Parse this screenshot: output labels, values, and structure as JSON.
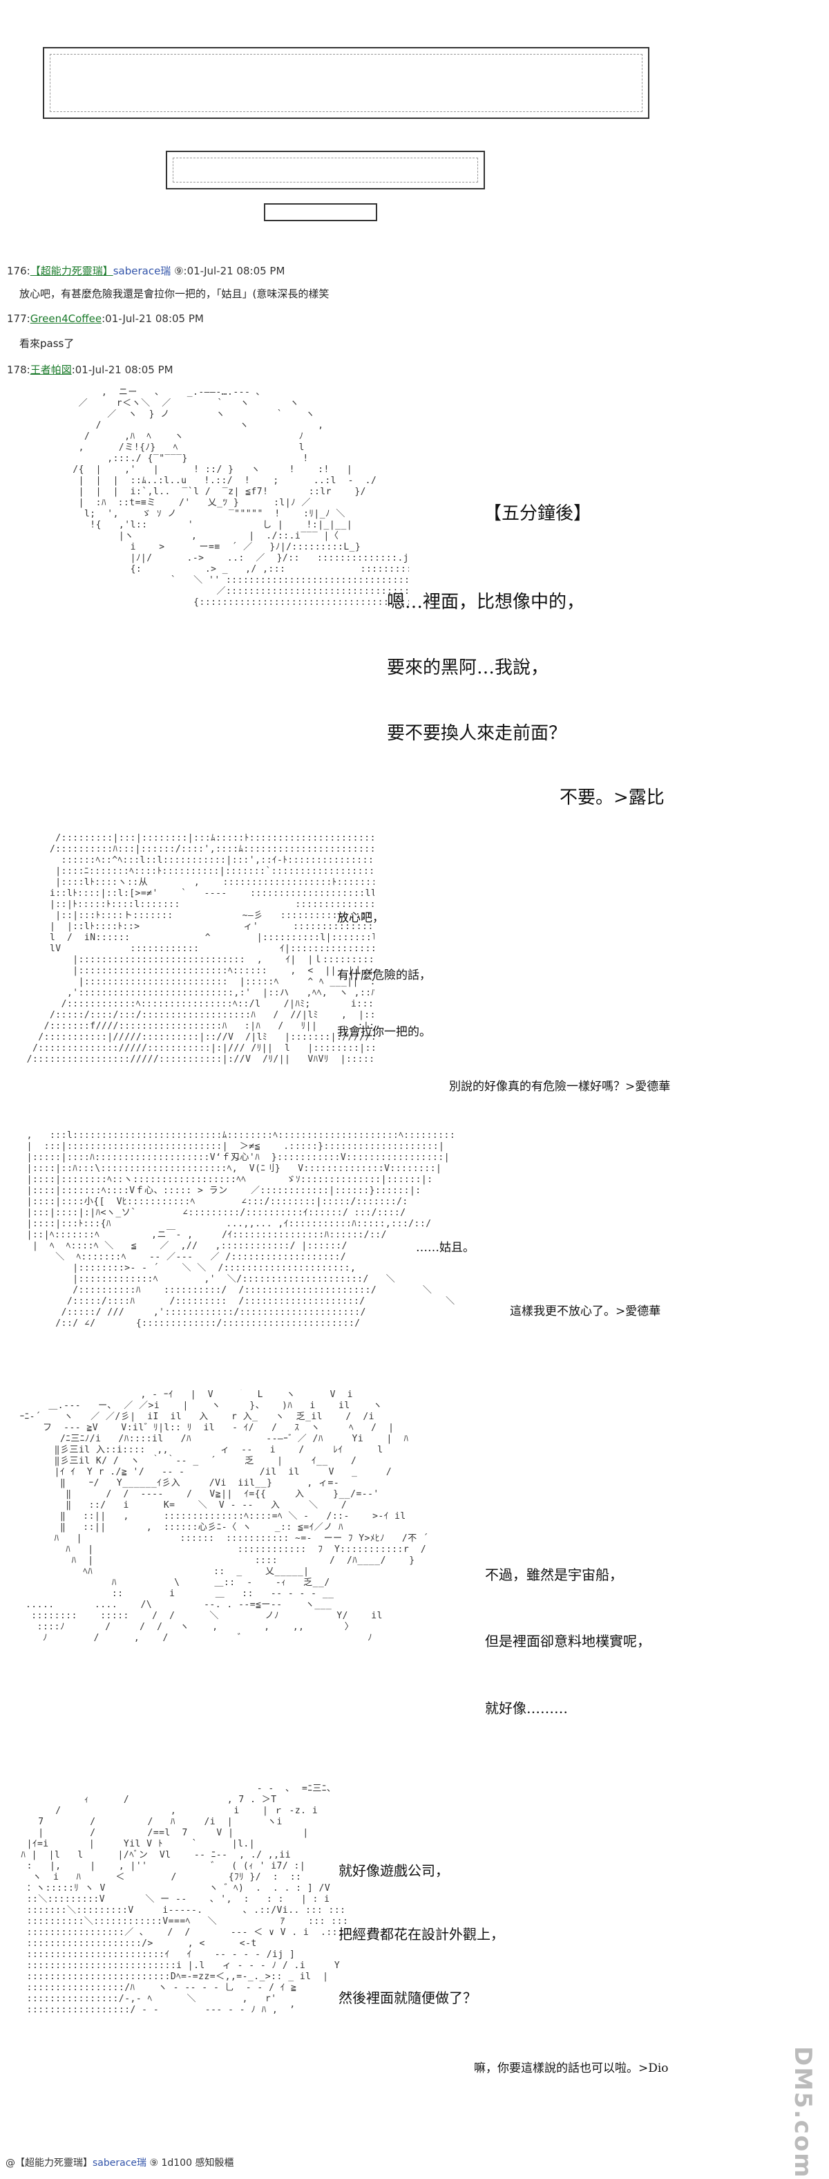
{
  "posts": [
    {
      "num": "176:",
      "name": "【超能力死靈瑞】",
      "src": "saberace瑞",
      "meta": " ⑨:01-Jul-21 08:05 PM",
      "body": "放心吧，有甚麼危險我還是會拉你一把的，「姑且」(意味深長的樣笑"
    },
    {
      "num": "177:",
      "name": "Green4Coffee",
      "src": "",
      "meta": ":01-Jul-21 08:05 PM",
      "body": "看來pass了"
    },
    {
      "num": "178:",
      "name": "王者帕図",
      "src": "",
      "meta": ":01-Jul-21 08:05 PM",
      "body": ""
    }
  ],
  "scene1": {
    "title": "【五分鐘後】",
    "lines": [
      "嗯…裡面，比想像中的，",
      "要來的黑阿…我說，",
      "要不要換人來走前面？",
      "不要。>露比"
    ]
  },
  "scene2": {
    "lines": [
      "放心吧，",
      "有什麼危險的話，",
      "我會拉你一把的。",
      "別說的好像真的有危險一樣好嗎？>愛德華"
    ]
  },
  "scene3": {
    "lines": [
      "……姑且。",
      "這樣我更不放心了。>愛德華"
    ]
  },
  "scene4": {
    "lines": [
      "不過，雖然是宇宙船，",
      "但是裡面卻意料地樸實呢，",
      "就好像………"
    ]
  },
  "scene5": {
    "lines": [
      "就好像遊戲公司，",
      "把經費都花在設計外觀上，",
      "然後裡面就隨便做了？",
      "嘛，你要這樣說的話也可以啦。>Dio"
    ]
  },
  "footer": {
    "prefix": "@【超能力死靈瑞】",
    "src": "saberace瑞",
    "rest": " ⑨ 1d100 感知骰櫃"
  },
  "watermark": "DM5.com"
}
